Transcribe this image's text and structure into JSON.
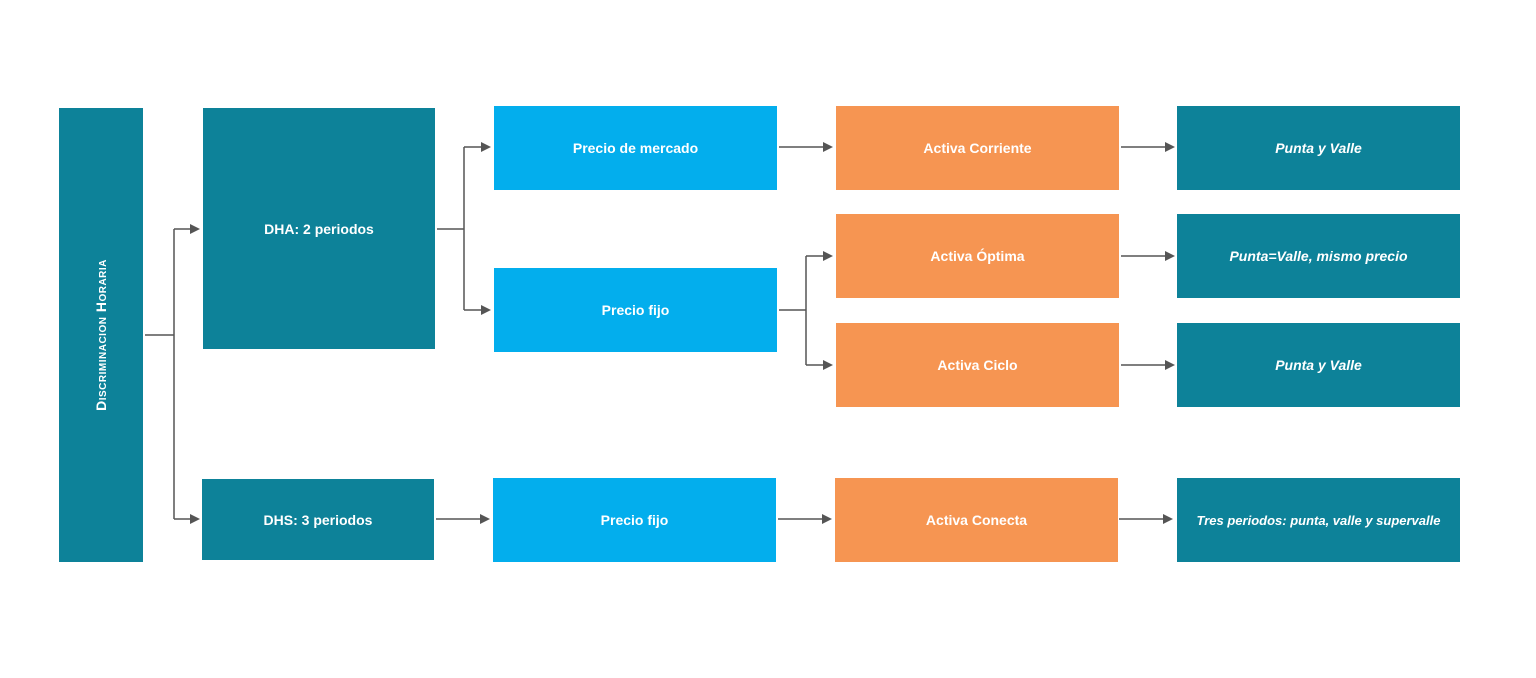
{
  "root": {
    "label": "Discriminacion Horaria"
  },
  "dha": {
    "label": "DHA: 2 periodos",
    "market_price": "Precio de mercado",
    "fixed_price": "Precio fijo",
    "activa_corriente": "Activa Corriente",
    "activa_optima": "Activa Óptima",
    "activa_ciclo": "Activa Ciclo",
    "result_corriente": "Punta y Valle",
    "result_optima": "Punta=Valle, mismo precio",
    "result_ciclo": "Punta y Valle"
  },
  "dhs": {
    "label": "DHS: 3 periodos",
    "fixed_price": "Precio fijo",
    "activa_conecta": "Activa Conecta",
    "result_conecta": "Tres periodos: punta, valle y supervalle"
  },
  "colors": {
    "teal": "#0d8299",
    "cyan": "#03aeed",
    "orange": "#f69552",
    "connector": "#555555"
  }
}
